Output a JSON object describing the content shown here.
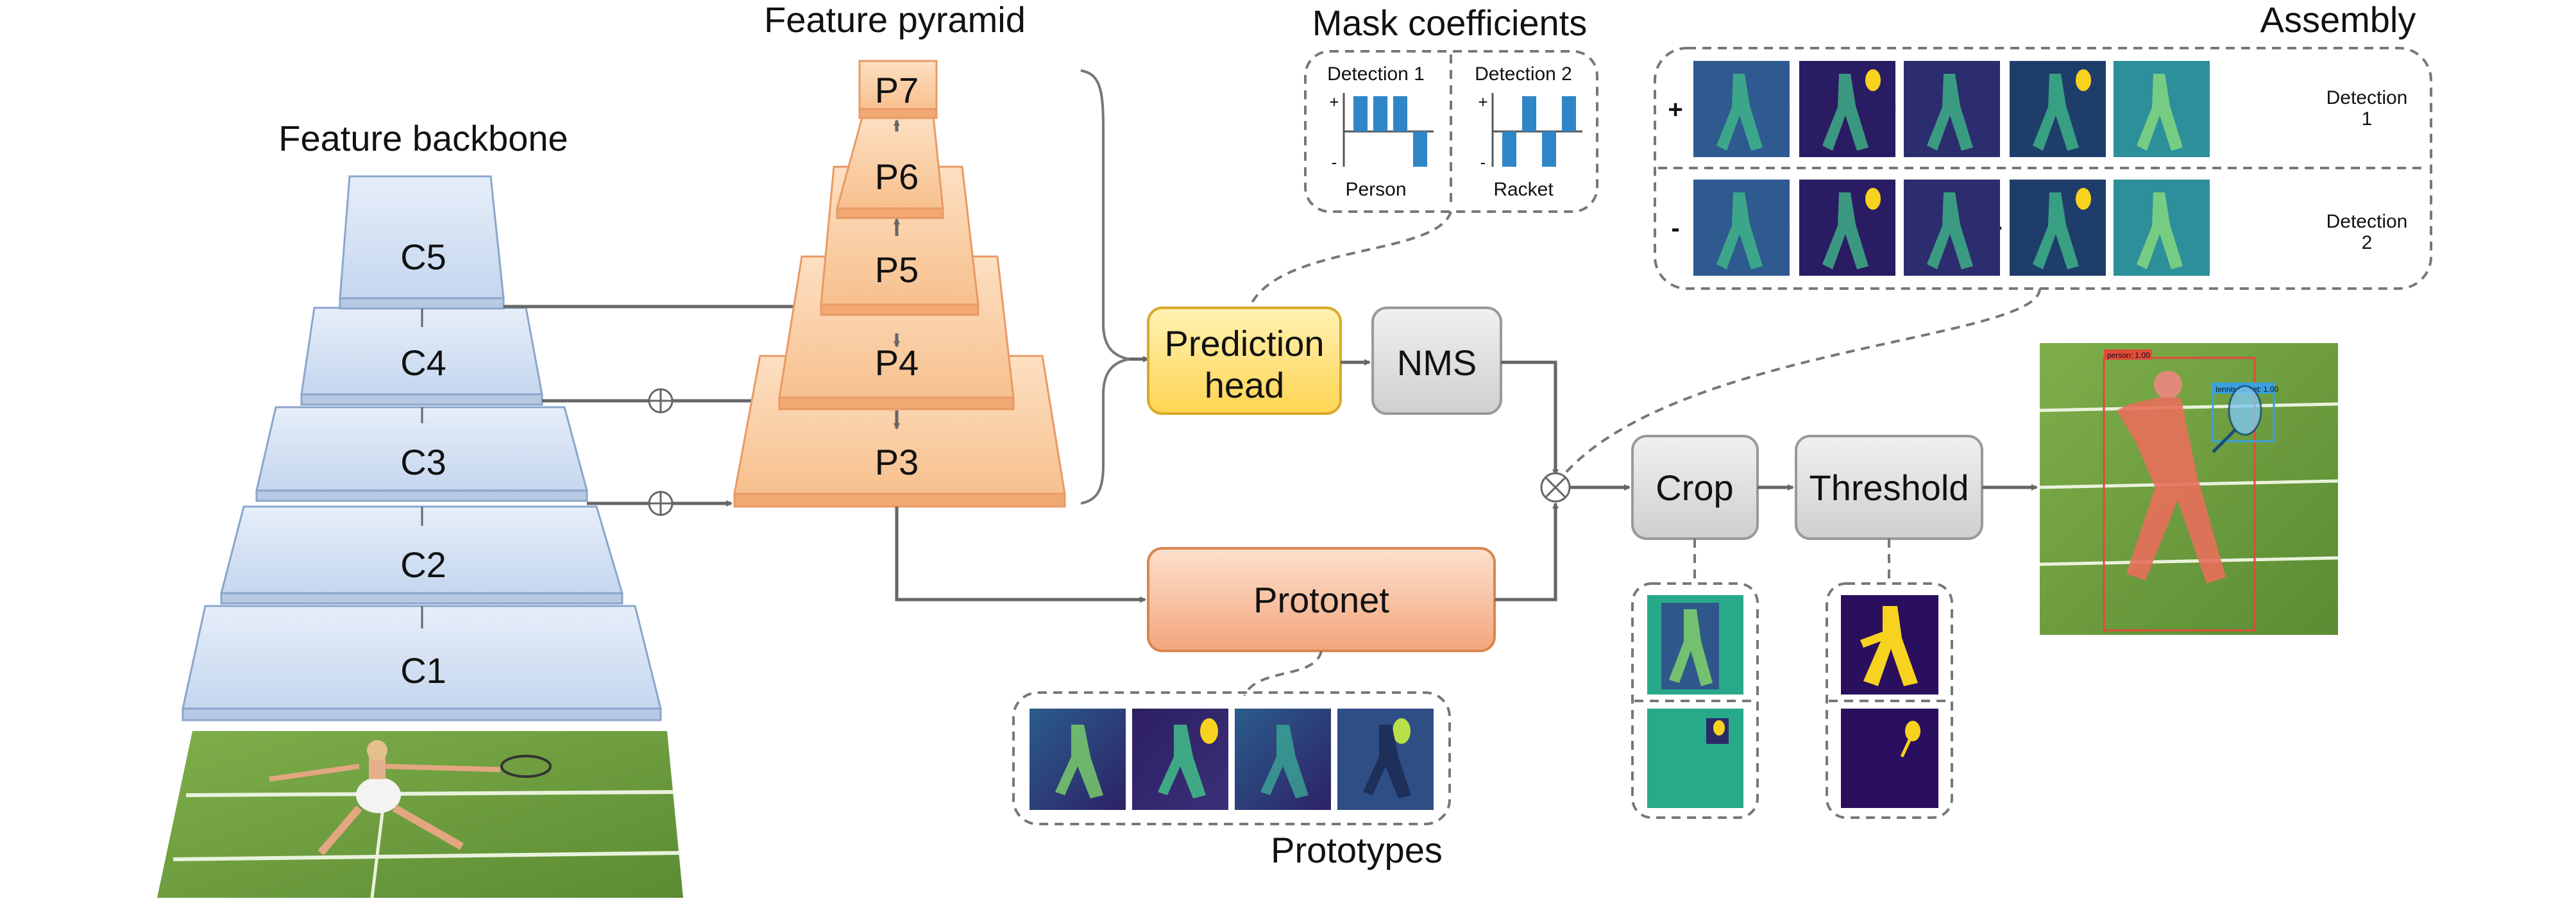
{
  "titles": {
    "backbone": "Feature backbone",
    "pyramid": "Feature pyramid",
    "coefficients": "Mask coefficients",
    "assembly": "Assembly",
    "prototypes": "Prototypes"
  },
  "backbone_layers": [
    "C1",
    "C2",
    "C3",
    "C4",
    "C5"
  ],
  "pyramid_layers": [
    "P3",
    "P4",
    "P5",
    "P6",
    "P7"
  ],
  "modules": {
    "prediction_head_line1": "Prediction",
    "prediction_head_line2": "head",
    "nms": "NMS",
    "protonet": "Protonet",
    "crop": "Crop",
    "threshold": "Threshold"
  },
  "coefficients": {
    "detection1": "Detection 1",
    "detection2": "Detection 2",
    "class1": "Person",
    "class2": "Racket",
    "plus": "+",
    "minus": "-",
    "detection1_values": [
      1,
      1,
      1,
      -1
    ],
    "detection2_values": [
      -1,
      1,
      -1,
      1
    ]
  },
  "assembly": {
    "row1_ops": [
      "+",
      "+",
      "+",
      "-",
      "="
    ],
    "row2_ops": [
      "-",
      "+",
      "-",
      "+",
      "="
    ],
    "row1_label_line1": "Detection",
    "row1_label_line2": "1",
    "row2_label_line1": "Detection",
    "row2_label_line2": "2"
  },
  "output_image": {
    "person_label": "person: 1.00",
    "racket_label": "tennis racket: 1.00"
  },
  "colors": {
    "backbone_fill": "#d4e2f4",
    "backbone_edge": "#8aa6cc",
    "pyramid_fill": "#f9cfa4",
    "pyramid_edge": "#e89a66",
    "prediction_fill": "#ffe17a",
    "protonet_fill": "#f7c3a0",
    "gray_box": "#dcdcdc",
    "bar_color": "#2f86c6",
    "proto_dark": "#2a1a5e",
    "proto_green": "#27a98a",
    "mask_yellow": "#f7d21e"
  }
}
